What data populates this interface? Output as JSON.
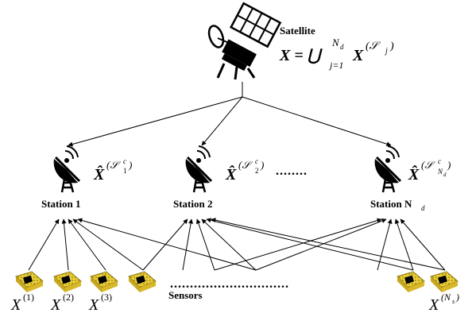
{
  "satellite": {
    "label": "Satellite",
    "formula": "X = ⋃",
    "formula_top": "N",
    "formula_top_sub": "d",
    "formula_bottom": "j=1",
    "formula_tail": "X",
    "formula_tail_sup": "(𝒮",
    "formula_tail_sup_sub": "j",
    "formula_tail_close": ")"
  },
  "stations": [
    {
      "label": "Station 1",
      "estimate": "X̂",
      "sup": "(𝒮",
      "sup_c": "c",
      "sup_sub": "1",
      "close": ")"
    },
    {
      "label": "Station 2",
      "estimate": "X̂",
      "sup": "(𝒮",
      "sup_c": "c",
      "sup_sub": "2",
      "close": ")"
    },
    {
      "label": "Station N",
      "label_sub": "d",
      "estimate": "X̂",
      "sup": "(𝒮",
      "sup_c": "c",
      "sup_sub": "N",
      "sup_subsub": "d",
      "close": ")"
    }
  ],
  "station_ellipsis": "........",
  "sensor_ellipsis": "..............................",
  "sensors_label": "Sensors",
  "sensor_labels": [
    {
      "base": "X",
      "sup": "(1)"
    },
    {
      "base": "X",
      "sup": "(2)"
    },
    {
      "base": "X",
      "sup": "(3)"
    },
    {
      "base": "X",
      "sup": "(N",
      "sup_sub": "s",
      "close": ")"
    }
  ],
  "colors": {
    "chip": "#e8cf3a",
    "chip_dark": "#8a7410",
    "ink": "#000000"
  }
}
